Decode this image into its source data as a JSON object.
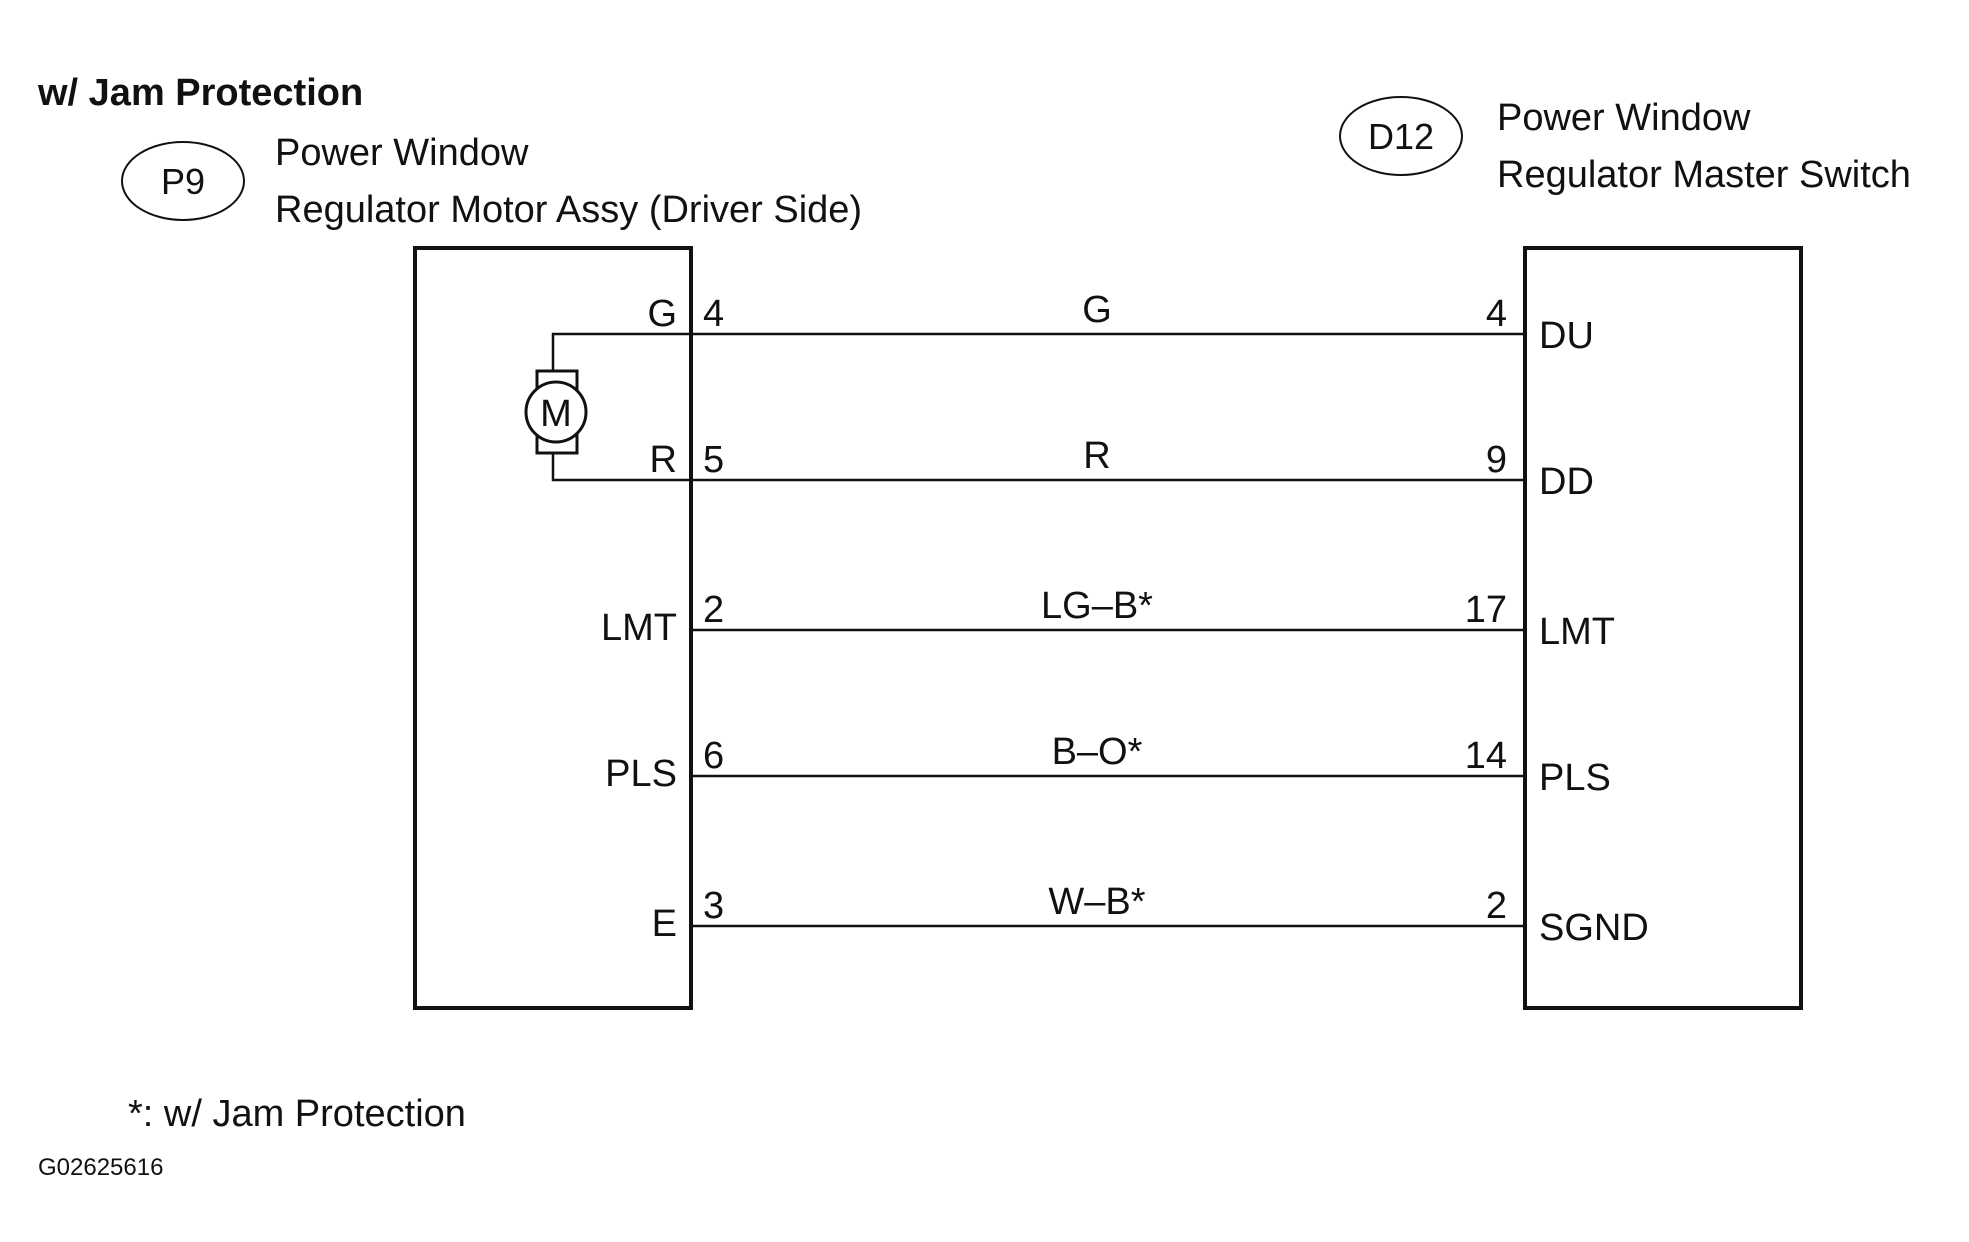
{
  "heading": "w/ Jam Protection",
  "left_connector": {
    "code": "P9",
    "title_line1": "Power Window",
    "title_line2": "Regulator Motor Assy (Driver Side)",
    "motor_label": "M"
  },
  "right_connector": {
    "code": "D12",
    "title_line1": "Power Window",
    "title_line2": "Regulator Master Switch"
  },
  "wires": [
    {
      "left_terminal": "G",
      "left_pin": "4",
      "color": "G",
      "right_pin": "4",
      "right_terminal": "DU"
    },
    {
      "left_terminal": "R",
      "left_pin": "5",
      "color": "R",
      "right_pin": "9",
      "right_terminal": "DD"
    },
    {
      "left_terminal": "LMT",
      "left_pin": "2",
      "color": "LG–B*",
      "right_pin": "17",
      "right_terminal": "LMT"
    },
    {
      "left_terminal": "PLS",
      "left_pin": "6",
      "color": "B–O*",
      "right_pin": "14",
      "right_terminal": "PLS"
    },
    {
      "left_terminal": "E",
      "left_pin": "3",
      "color": "W–B*",
      "right_pin": "2",
      "right_terminal": "SGND"
    }
  ],
  "footnote": "*: w/ Jam Protection",
  "figure_code": "G02625616"
}
